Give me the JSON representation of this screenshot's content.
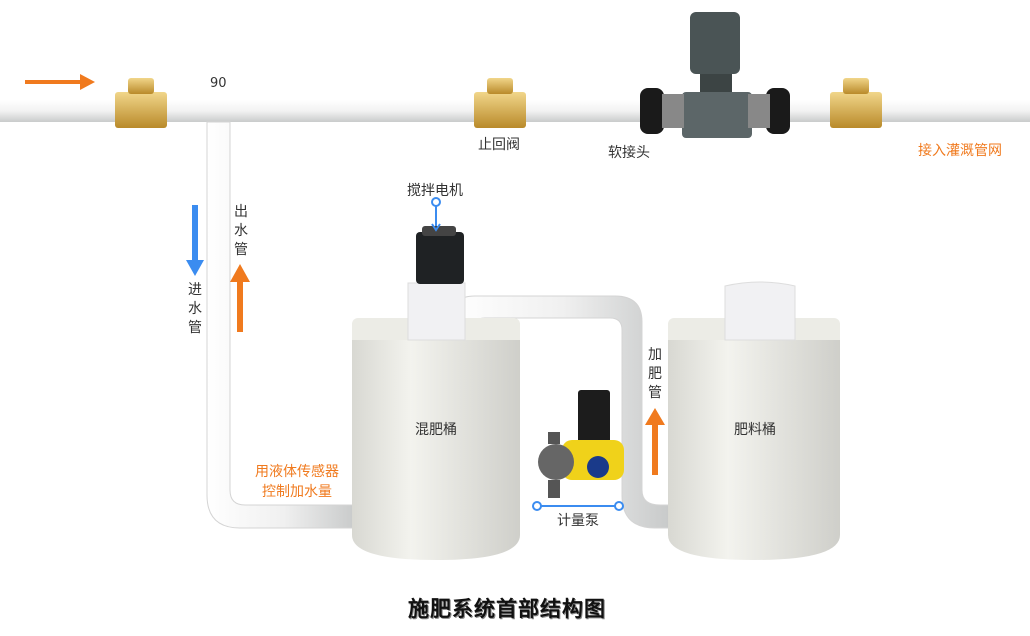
{
  "title": "施肥系统首部结构图",
  "labels": {
    "elbow": "90",
    "check_valve": "止回阀",
    "soft_joint": "软接头",
    "irrigation": "接入灌溉管网",
    "motor": "搅拌电机",
    "outlet_pipe": "出水管",
    "inlet_pipe": "进水管",
    "mixing_tank": "混肥桶",
    "fert_tank": "肥料桶",
    "feed_pipe": "加肥管",
    "metering_pump": "计量泵",
    "sensor_line1": "用液体传感器",
    "sensor_line2": "控制加水量"
  },
  "colors": {
    "orange": "#f07a1e",
    "blue": "#3b8cf0",
    "brass": "#d4a84a",
    "pipe": "#eceeee"
  }
}
